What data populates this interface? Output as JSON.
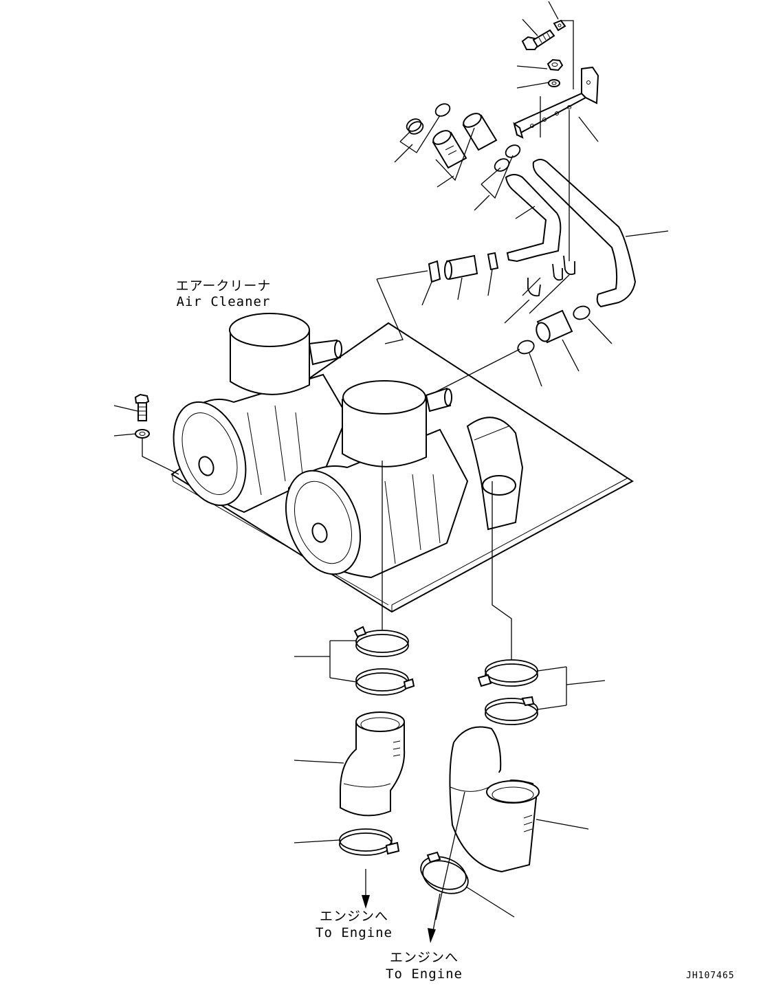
{
  "labels": {
    "air_cleaner_jp": "エアークリーナ",
    "air_cleaner_en": "Air Cleaner",
    "to_engine_1_jp": "エンジンへ",
    "to_engine_1_en": "To Engine",
    "to_engine_2_jp": "エンジンへ",
    "to_engine_2_en": "To Engine"
  },
  "document_id": "JH107465"
}
